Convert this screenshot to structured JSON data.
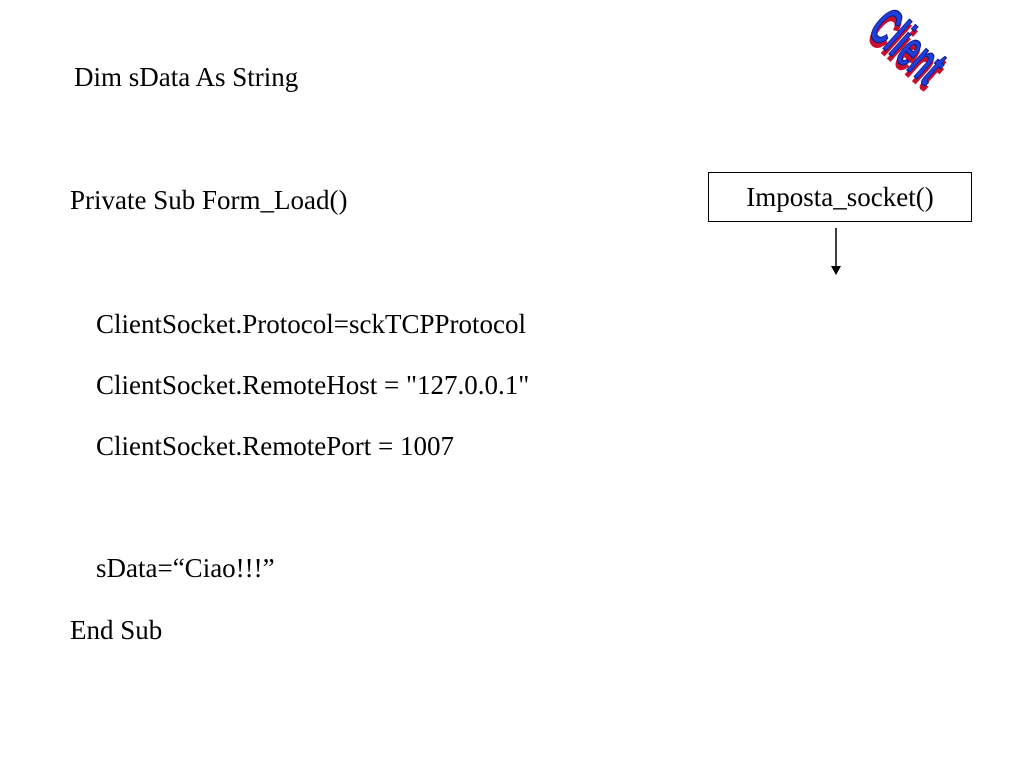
{
  "code": {
    "dim_line": "Dim sData As String",
    "sub_start": "Private Sub Form_Load()",
    "protocol_line": "ClientSocket.Protocol=sckTCPProtocol",
    "remote_host_line": "ClientSocket.RemoteHost = \"127.0.0.1\"",
    "remote_port_line": "ClientSocket.RemotePort = 1007",
    "sdata_line": "sData=“Ciao!!!”",
    "sub_end": "End Sub"
  },
  "callout": {
    "label": "Imposta_socket()"
  },
  "wordart": {
    "text": "Client",
    "fill_color": "#1f3fd6",
    "shadow_color": "#c8102e"
  },
  "colors": {
    "text": "#000000",
    "background": "#ffffff"
  }
}
